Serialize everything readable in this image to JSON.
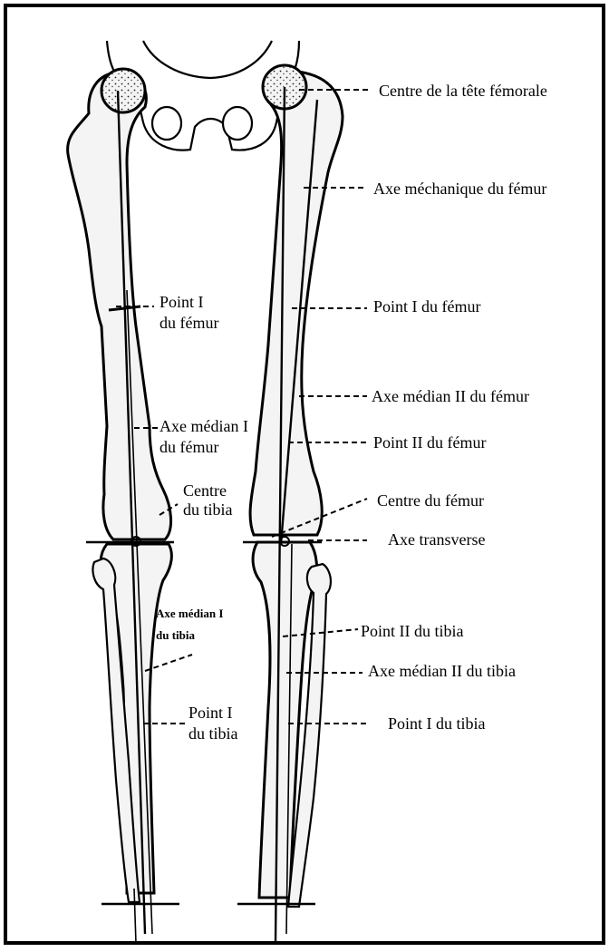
{
  "diagram": {
    "labels": {
      "centre_tete_femorale": "Centre de la tête fémorale",
      "axe_mechanique_femur": "Axe méchanique du fémur",
      "point_i_femur_left_line1": "Point I",
      "point_i_femur_left_line2": "du fémur",
      "point_i_femur_right": "Point I  du fémur",
      "axe_median_ii_femur": "Axe médian II du fémur",
      "axe_median_i_femur_line1": "Axe médian I",
      "axe_median_i_femur_line2": "du fémur",
      "point_ii_femur": "Point II  du fémur",
      "centre_tibia_line1": "Centre",
      "centre_tibia_line2": "du tibia",
      "centre_femur": "Centre du fémur",
      "axe_transverse": "Axe transverse",
      "axe_median_i_tibia_line1": "Axe médian I",
      "axe_median_i_tibia_line2": "du tibia",
      "point_ii_tibia": "Point II du tibia",
      "axe_median_ii_tibia": "Axe médian II du tibia",
      "point_i_tibia_left_line1": "Point I",
      "point_i_tibia_left_line2": "du tibia",
      "point_i_tibia_right": "Point I du tibia"
    },
    "colors": {
      "ink": "#000000",
      "bone_fill": "#f4f4f4",
      "background": "#ffffff"
    }
  }
}
